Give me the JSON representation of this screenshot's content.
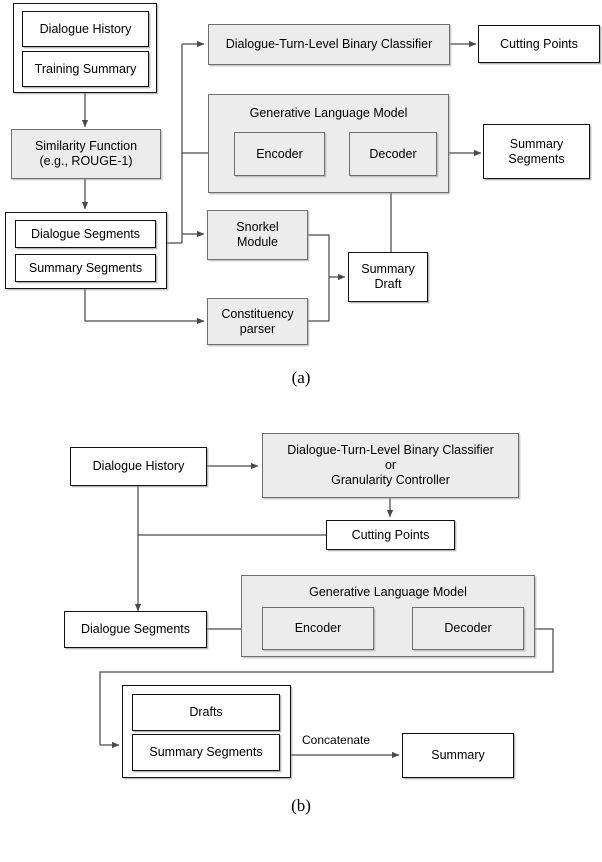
{
  "figure": {
    "caption_a": "(a)",
    "caption_b": "(b)"
  },
  "diagram_a": {
    "inputs_group": {
      "items": [
        {
          "label": "Dialogue History"
        },
        {
          "label": "Training Summary"
        }
      ]
    },
    "similarity": {
      "line1": "Similarity Function",
      "line2": "(e.g., ROUGE-1)"
    },
    "segments_group": {
      "items": [
        {
          "label": "Dialogue Segments"
        },
        {
          "label": "Summary Segments"
        }
      ]
    },
    "classifier": {
      "label": "Dialogue-Turn-Level Binary Classifier"
    },
    "cutting_points": {
      "label": "Cutting Points"
    },
    "glm": {
      "title": "Generative Language Model",
      "encoder": "Encoder",
      "decoder": "Decoder"
    },
    "summary_segments": {
      "line1": "Summary",
      "line2": "Segments"
    },
    "snorkel": {
      "line1": "Snorkel",
      "line2": "Module"
    },
    "constituency": {
      "line1": "Constituency",
      "line2": "parser"
    },
    "summary_draft": {
      "line1": "Summary",
      "line2": "Draft"
    }
  },
  "diagram_b": {
    "dialogue_history": {
      "label": "Dialogue History"
    },
    "classifier": {
      "line1": "Dialogue-Turn-Level Binary Classifier",
      "line2": "or",
      "line3": "Granularity Controller"
    },
    "cutting_points": {
      "label": "Cutting Points"
    },
    "dialogue_segments": {
      "label": "Dialogue Segments"
    },
    "glm": {
      "title": "Generative Language Model",
      "encoder": "Encoder",
      "decoder": "Decoder"
    },
    "drafts_group": {
      "items": [
        {
          "label": "Drafts"
        },
        {
          "label": "Summary Segments"
        }
      ]
    },
    "concatenate_label": "Concatenate",
    "summary": {
      "label": "Summary"
    }
  },
  "colors": {
    "node_fill_white": "#ffffff",
    "node_fill_grey": "#ececec",
    "stroke_dark": "#111111",
    "stroke_grey": "#6f6f6f",
    "wire": "#4a4a4a",
    "background": "#ffffff"
  }
}
